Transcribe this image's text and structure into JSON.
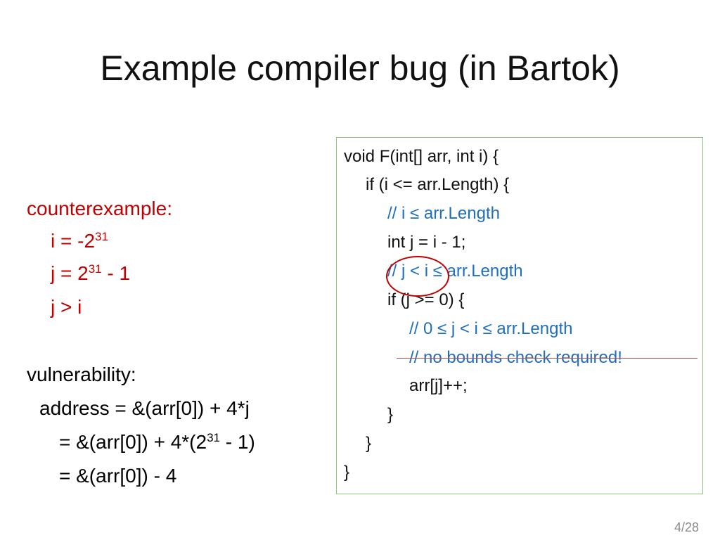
{
  "slide": {
    "title": "Example compiler bug (in Bartok)",
    "page_number": "4/28"
  },
  "counterexample": {
    "heading": "counterexample:",
    "i_text": "i = -2",
    "i_exp": "31",
    "j_text": "j = 2",
    "j_exp": "31",
    "j_tail": " - 1",
    "relation": "j > i"
  },
  "vulnerability": {
    "heading": "vulnerability:",
    "line1": "address = &(arr[0]) + 4*j",
    "line2_pre": "= &(arr[0]) + 4*(2",
    "line2_exp": "31",
    "line2_post": " - 1)",
    "line3": "= &(arr[0]) - 4"
  },
  "code": {
    "lines": [
      "void F(int[] arr, int i) {",
      "if (i <= arr.Length) {",
      "// i ≤ arr.Length",
      "int j = i - 1;",
      "// j < i ≤ arr.Length",
      "if (j >= 0) {",
      "// 0 ≤ j < i ≤ arr.Length",
      "// no bounds check required!",
      "arr[j]++;",
      "}",
      "}",
      "}"
    ]
  },
  "colors": {
    "counterexample": "#c00000",
    "comment": "#1f6fbf",
    "box_border": "#93c47d",
    "annotation": "#c00000"
  }
}
